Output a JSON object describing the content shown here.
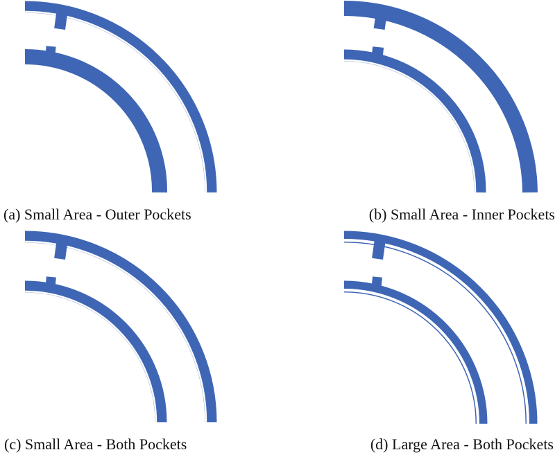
{
  "figure": {
    "ring_color": "#3f66b5",
    "pocket_color": "#ffffff",
    "panels": [
      {
        "id": "a",
        "caption": "(a) Small Area - Outer Pockets",
        "pockets": "outer"
      },
      {
        "id": "b",
        "caption": "(b) Small Area - Inner Pockets",
        "pockets": "inner"
      },
      {
        "id": "c",
        "caption": "(c) Small Area - Both Pockets",
        "pockets": "both"
      },
      {
        "id": "d",
        "caption": "(d) Large Area - Both Pockets",
        "pockets": "both-large"
      }
    ]
  }
}
